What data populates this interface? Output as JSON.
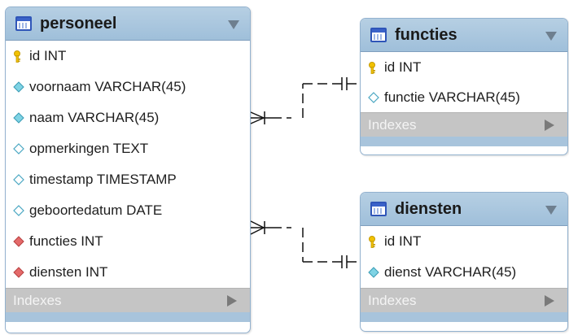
{
  "tables": {
    "personeel": {
      "name": "personeel",
      "columns": [
        {
          "text": "id INT",
          "marker": "key"
        },
        {
          "text": "voornaam VARCHAR(45)",
          "marker": "filled"
        },
        {
          "text": "naam VARCHAR(45)",
          "marker": "filled"
        },
        {
          "text": "opmerkingen TEXT",
          "marker": "hollow"
        },
        {
          "text": "timestamp TIMESTAMP",
          "marker": "hollow"
        },
        {
          "text": "geboortedatum DATE",
          "marker": "hollow"
        },
        {
          "text": "functies INT",
          "marker": "foreign"
        },
        {
          "text": "diensten INT",
          "marker": "foreign"
        }
      ],
      "indexes_label": "Indexes"
    },
    "functies": {
      "name": "functies",
      "columns": [
        {
          "text": "id INT",
          "marker": "key"
        },
        {
          "text": "functie VARCHAR(45)",
          "marker": "hollow"
        }
      ],
      "indexes_label": "Indexes"
    },
    "diensten": {
      "name": "diensten",
      "columns": [
        {
          "text": "id INT",
          "marker": "key"
        },
        {
          "text": "dienst VARCHAR(45)",
          "marker": "filled"
        }
      ],
      "indexes_label": "Indexes"
    }
  },
  "relationships": [
    {
      "from": "personeel",
      "to": "functies",
      "from_cardinality": "many",
      "to_cardinality": "one"
    },
    {
      "from": "personeel",
      "to": "diensten",
      "from_cardinality": "many",
      "to_cardinality": "one"
    }
  ],
  "colors": {
    "header": "#a8c4dc",
    "key": "#f2c200",
    "attribute": "#7fd3e4",
    "foreign": "#e46a6a",
    "indexes_bar": "#c5c5c5"
  }
}
